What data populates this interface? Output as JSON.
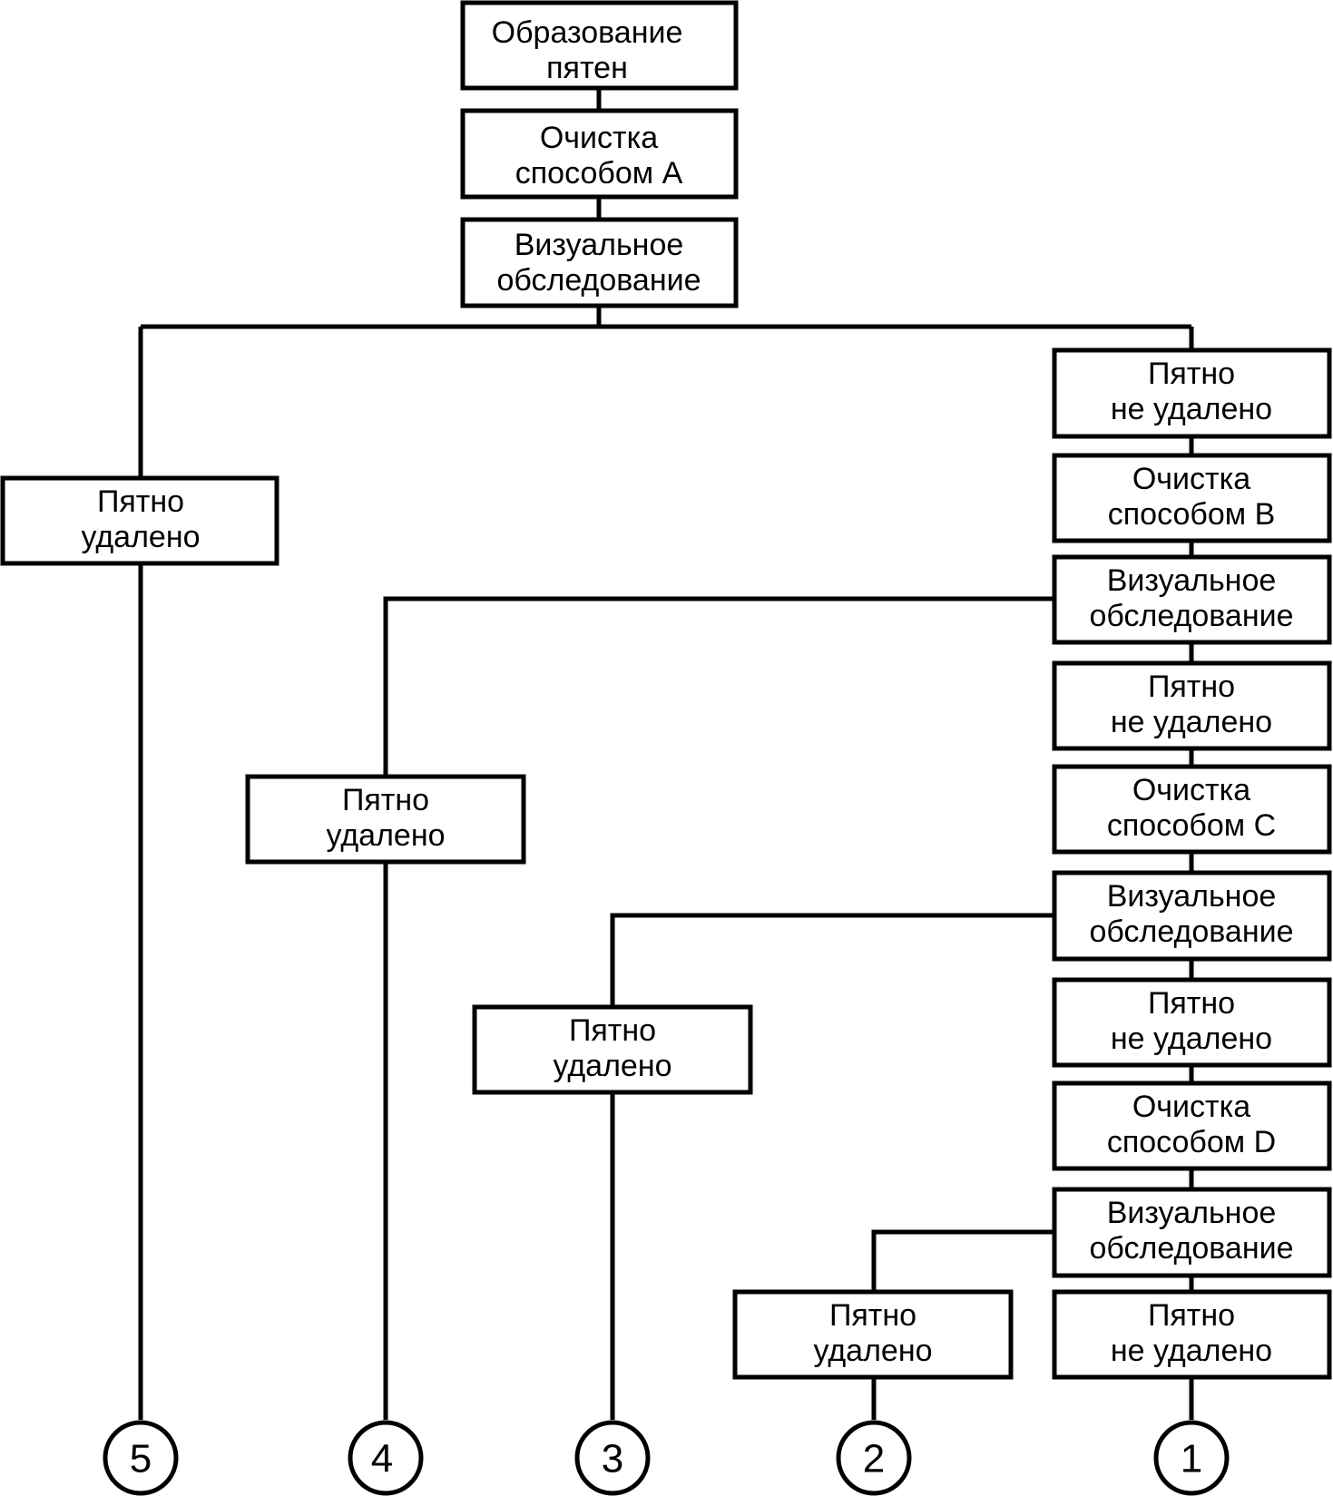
{
  "top": {
    "formation": [
      "Образование",
      "пятен"
    ],
    "clean_a": [
      "Очистка",
      "способом А"
    ],
    "inspect_a": [
      "Визуальное",
      "обследование"
    ]
  },
  "spine": {
    "not_removed_1": [
      "Пятно",
      "не удалено"
    ],
    "clean_b": [
      "Очистка",
      "способом В"
    ],
    "inspect_b": [
      "Визуальное",
      "обследование"
    ],
    "not_removed_2": [
      "Пятно",
      "не удалено"
    ],
    "clean_c": [
      "Очистка",
      "способом С"
    ],
    "inspect_c": [
      "Визуальное",
      "обследование"
    ],
    "not_removed_3": [
      "Пятно",
      "не удалено"
    ],
    "clean_d": [
      "Очистка",
      "способом D"
    ],
    "inspect_d": [
      "Визуальное",
      "обследование"
    ],
    "not_removed_4": [
      "Пятно",
      "не удалено"
    ]
  },
  "removed": {
    "after_a": [
      "Пятно",
      "удалено"
    ],
    "after_b": [
      "Пятно",
      "удалено"
    ],
    "after_c": [
      "Пятно",
      "удалено"
    ],
    "after_d": [
      "Пятно",
      "удалено"
    ]
  },
  "outcomes": [
    "5",
    "4",
    "3",
    "2",
    "1"
  ]
}
